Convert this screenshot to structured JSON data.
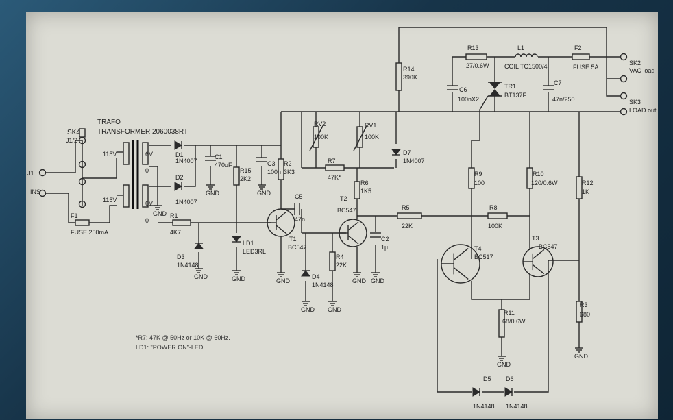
{
  "labels": {
    "sk4": "SK4",
    "j12": "J1/2",
    "trafo": "TRAFO",
    "transformer": "TRANSFORMER 2060038RT",
    "v115a": "115V",
    "v115b": "115V",
    "v6a": "6V",
    "v6b": "6V",
    "w0a": "0",
    "w0b": "0",
    "f1": "F1",
    "fuse250": "FUSE 250mA",
    "mains": "INS",
    "j1": "J1",
    "d1n": "D1",
    "d1v": "1N4007",
    "d2n": "D2",
    "d2v": "1N4007",
    "c1n": "C1",
    "c1v": "470uF",
    "r15n": "R15",
    "r15v": "2K2",
    "c3n": "C3",
    "c3v": "100n",
    "r2n": "R2",
    "r2v": "3K3",
    "r1n": "R1",
    "r1v": "4K7",
    "d3n": "D3",
    "d3v": "1N4148",
    "ld1n": "LD1",
    "ld1v": "LED3RL",
    "t1n": "T1",
    "t1v": "BC547",
    "c5n": "C5",
    "c5v": "47n",
    "d4n": "D4",
    "d4v": "1N4148",
    "r4n": "R4",
    "r4v": "22K",
    "t2n": "T2",
    "t2v": "BC547",
    "c2n": "C2",
    "c2v": "1µ",
    "r5n": "R5",
    "r5v": "22K",
    "r6n": "R6",
    "r6v": "1K5",
    "r7n": "R7",
    "r7v": "47K*",
    "rv2n": "RV2",
    "rv2v": "100K",
    "rv1n": "RV1",
    "rv1v": "100K",
    "d7n": "D7",
    "d7v": "1N4007",
    "r14n": "R14",
    "r14v": "390K",
    "r13n": "R13",
    "r13v": "27/0.6W",
    "l1n": "L1",
    "l1v": "COIL TC1500/4",
    "f2n": "F2",
    "f2v": "FUSE 5A",
    "c6n": "C6",
    "c6v": "100nX2",
    "tr1n": "TR1",
    "tr1v": "BT137F",
    "c7n": "C7",
    "c7v": "47n/250",
    "sk2n": "SK2",
    "sk2v": "VAC load",
    "sk3n": "SK3",
    "sk3v": "LOAD out",
    "r9n": "R9",
    "r9v": "100",
    "r10n": "R10",
    "r10v": "120/0.6W",
    "r8n": "R8",
    "r8v": "100K",
    "r12n": "R12",
    "r12v": "1K",
    "t4n": "T4",
    "t4v": "BC517",
    "t3n": "T3",
    "t3v": "BC547",
    "r11n": "R11",
    "r11v": "68/0.6W",
    "r3n": "R3",
    "r3v": "680",
    "d5n": "D5",
    "d5v": "1N4148",
    "d6n": "D6",
    "d6v": "1N4148",
    "gnd": "GND",
    "note1": "*R7: 47K @ 50Hz or 10K @ 60Hz.",
    "note2": "LD1: \"POWER ON\"-LED."
  }
}
